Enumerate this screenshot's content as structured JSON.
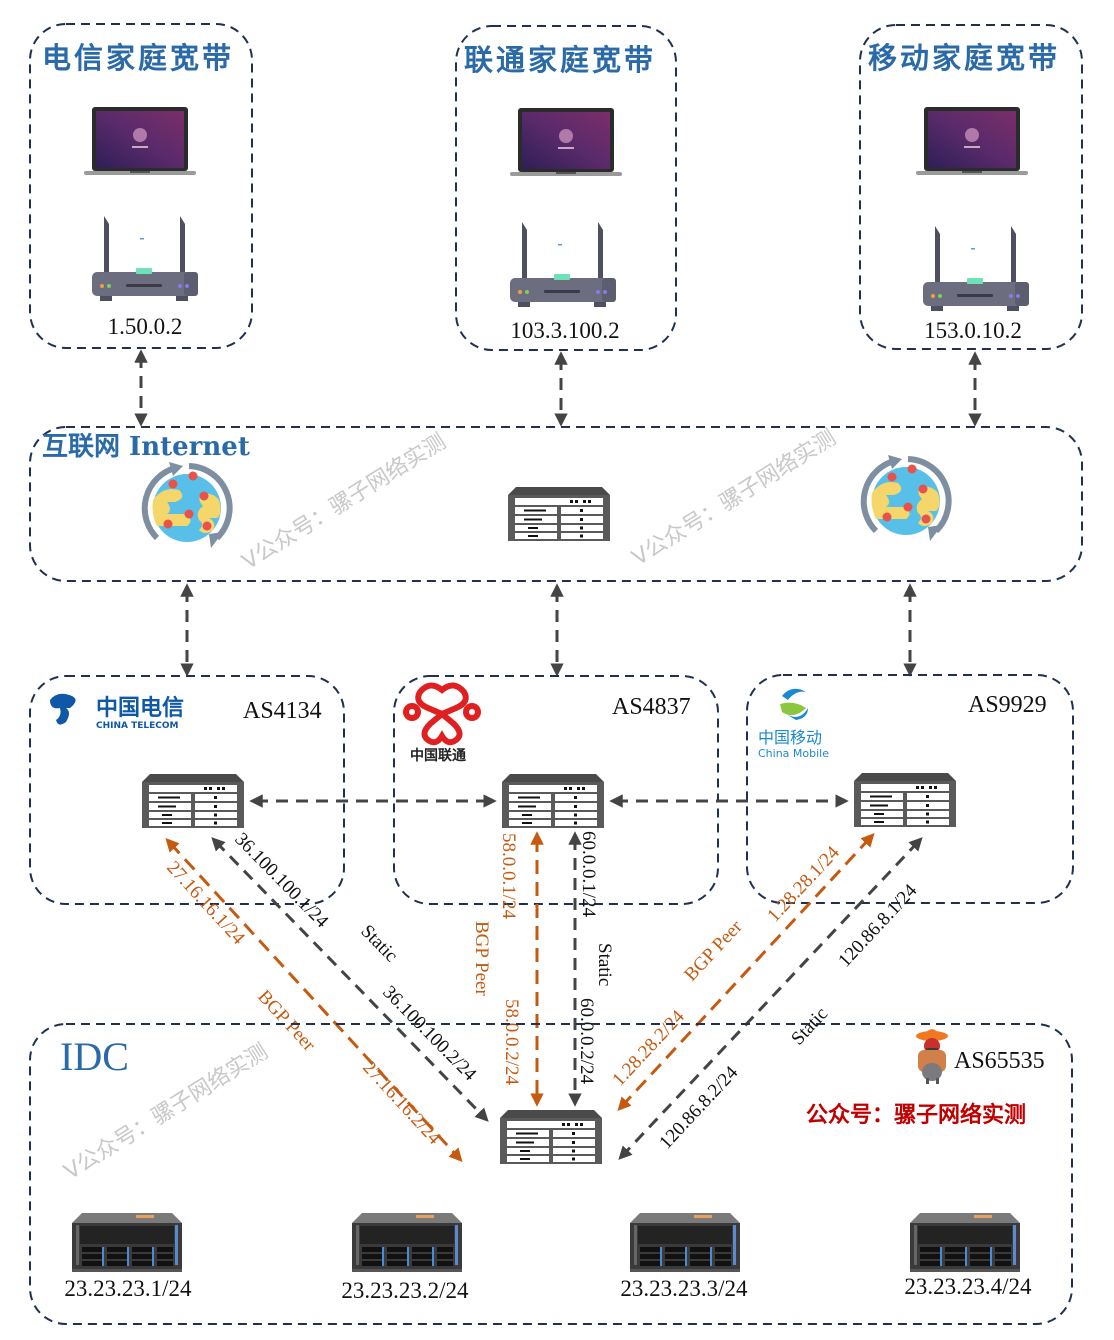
{
  "home_broadband": [
    {
      "title": "电信家庭宽带",
      "ip": "1.50.0.2"
    },
    {
      "title": "联通家庭宽带",
      "ip": "103.3.100.2"
    },
    {
      "title": "移动家庭宽带",
      "ip": "153.0.10.2"
    }
  ],
  "internet": {
    "title": "互联网 Internet"
  },
  "isps": [
    {
      "name": "china-telecom",
      "logo_cn": "中国电信",
      "logo_en": "CHINA TELECOM",
      "asn": "AS4134"
    },
    {
      "name": "china-unicom",
      "logo_cn": "中国联通",
      "asn": "AS4837"
    },
    {
      "name": "china-mobile",
      "logo_cn": "中国移动",
      "logo_en": "China Mobile",
      "asn": "AS9929"
    }
  ],
  "idc": {
    "title": "IDC",
    "asn": "AS65535",
    "brand": "公众号：骡子网络实测",
    "servers": [
      "23.23.23.1/24",
      "23.23.23.2/24",
      "23.23.23.3/24",
      "23.23.23.4/24"
    ]
  },
  "links": {
    "telecom_bgp": {
      "type": "BGP Peer",
      "isp_ip": "27.16.16.1/24",
      "idc_ip": "27.16.16.2/24"
    },
    "telecom_static": {
      "type": "Static",
      "isp_ip": "36.100.100.1/24",
      "idc_ip": "36.100.100.2/24"
    },
    "unicom_bgp": {
      "type": "BGP Peer",
      "isp_ip": "58.0.0.1/24",
      "idc_ip": "58.0.0.2/24"
    },
    "unicom_static": {
      "type": "Static",
      "isp_ip": "60.0.0.1/24",
      "idc_ip": "60.0.0.2/24"
    },
    "mobile_bgp": {
      "type": "BGP Peer",
      "isp_ip": "1.28.28.1/24",
      "idc_ip": "1.28.28.2/24"
    },
    "mobile_static": {
      "type": "Static",
      "isp_ip": "120.86.8.1/24",
      "idc_ip": "120.86.8.2/24"
    }
  },
  "watermark": "V公众号：骡子网络实测",
  "colors": {
    "title_blue": "#2a6aa8",
    "bgp_orange": "#c55a11",
    "static_gray": "#444444",
    "brand_red": "#c00000"
  }
}
